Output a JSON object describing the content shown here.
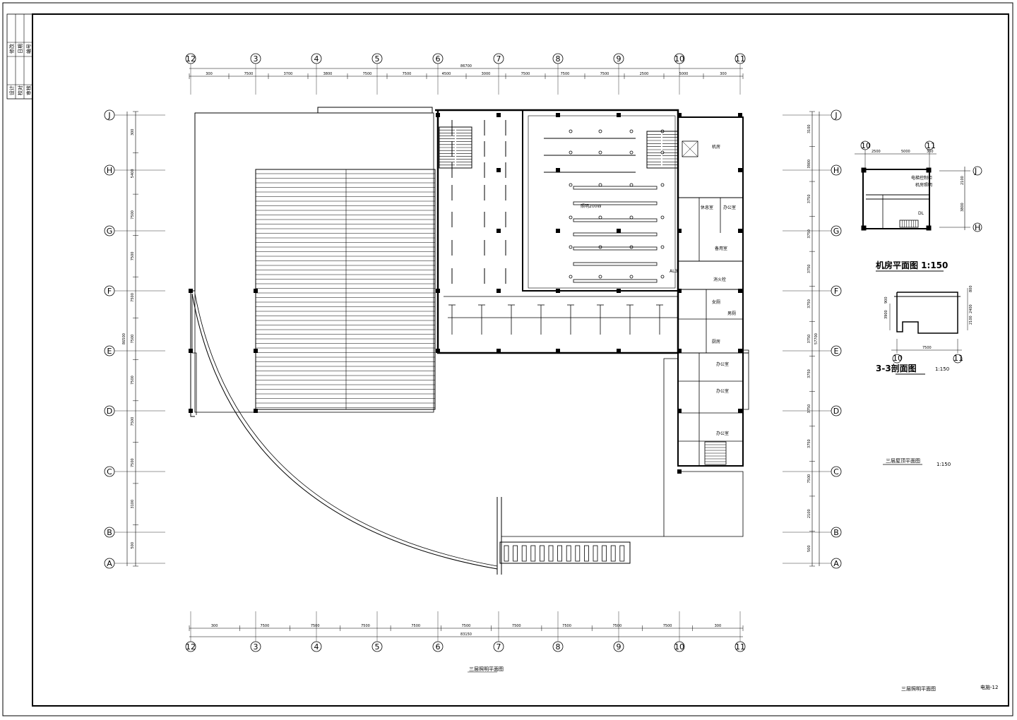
{
  "grid_columns": [
    "12",
    "3",
    "4",
    "5",
    "6",
    "7",
    "8",
    "9",
    "10",
    "11"
  ],
  "grid_rows": [
    "J",
    "H",
    "G",
    "F",
    "E",
    "D",
    "C",
    "B",
    "A"
  ],
  "top_dims": {
    "total": "86700",
    "segments": [
      "300",
      "7500",
      "3700",
      "3800",
      "7500",
      "7500",
      "4500",
      "3000",
      "7500",
      "7500",
      "7500",
      "2500",
      "5000",
      "300"
    ]
  },
  "bottom_dims": {
    "total": "83150",
    "segments": [
      "300",
      "7500",
      "7500",
      "7500",
      "7500",
      "7500",
      "7500",
      "7500",
      "7500",
      "7500",
      "300"
    ]
  },
  "left_dims": {
    "total": "86500",
    "segments": [
      "300",
      "5400",
      "7500",
      "7500",
      "7500",
      "7500",
      "7500",
      "7500",
      "7500",
      "3100",
      "500"
    ]
  },
  "right_dims": {
    "total": "57700",
    "segments": [
      "3100",
      "3900",
      "3750",
      "3750",
      "3750",
      "3750",
      "3750",
      "3750",
      "3750",
      "3750",
      "7500",
      "2100",
      "500"
    ]
  },
  "rooms": {
    "machine_room": "机房",
    "lounge": "休息室",
    "office_a": "办公室",
    "spare_room": "备用室",
    "fire_room": "消火栓",
    "wc_a": "女厕",
    "wc_b": "男厕",
    "kitchen": "厨房",
    "office_1": "办公室",
    "office_2": "办公室",
    "office_3": "办公室",
    "panel": "AL3",
    "lighting_note": "照明200W"
  },
  "machine_room_plan": {
    "title": "机房平面图 1:150",
    "cols": [
      "10",
      "11"
    ],
    "rows": [
      "J",
      "H"
    ],
    "dims": [
      "2500",
      "5000",
      "300",
      "2100",
      "3800"
    ],
    "labels": [
      "电梯控制柜",
      "机房照明",
      "DL"
    ]
  },
  "section": {
    "title": "3-3剖面图",
    "scale": "1:150",
    "cols": [
      "10",
      "11"
    ],
    "dims": [
      "7500",
      "800",
      "900",
      "3900",
      "2400",
      "2100"
    ]
  },
  "roof_plan": {
    "title": "三层屋顶平面图",
    "scale": "1:150"
  },
  "drawing_title": "三层照明平面图",
  "titleblock_caption": "三层照明平面图",
  "sheet_number": "电施-12",
  "side_strip": {
    "top": [
      "修改",
      "日期",
      "编号"
    ],
    "bottom": [
      "设计",
      "校对",
      "审核"
    ]
  }
}
